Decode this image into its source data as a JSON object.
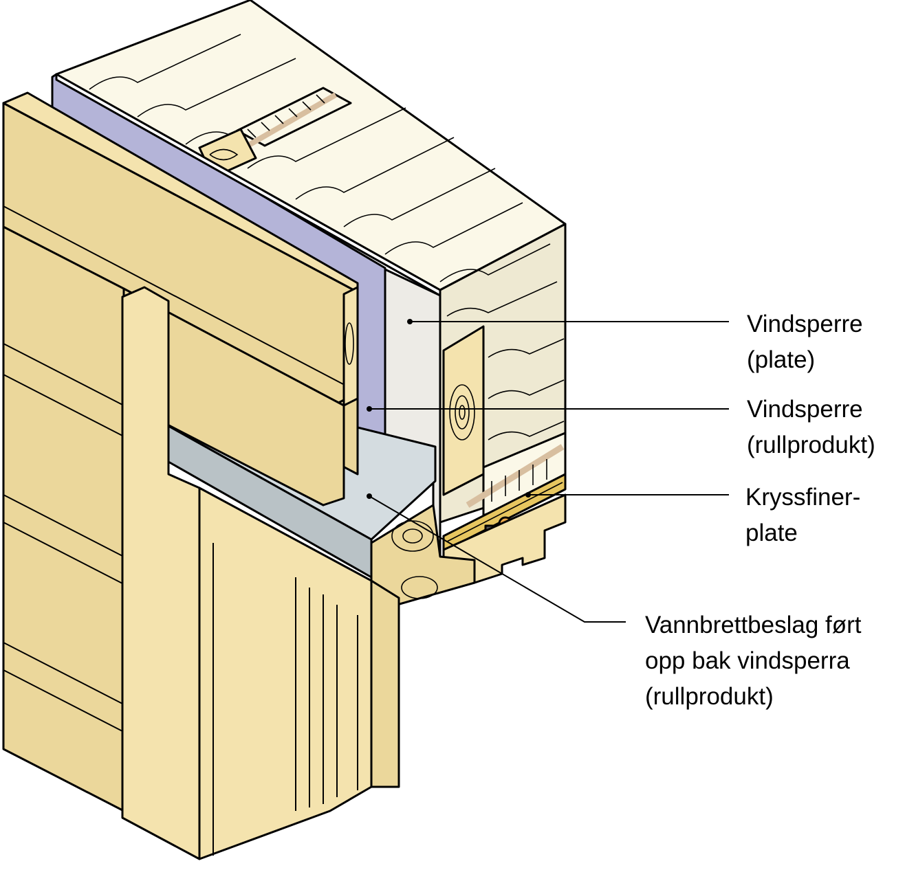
{
  "labels": {
    "vindsperre_plate": {
      "line1": "Vindsperre",
      "line2": "(plate)"
    },
    "vindsperre_rull": {
      "line1": "Vindsperre",
      "line2": "(rullprodukt)"
    },
    "kryssfiner": {
      "line1": "Kryssfiner-",
      "line2": "plate"
    },
    "vannbrett": {
      "line1": "Vannbrettbeslag ført",
      "line2": "opp bak vindsperra",
      "line3": "(rullprodukt)"
    }
  },
  "colors": {
    "wood_light": "#F4E3AE",
    "wood_mid": "#EBD79B",
    "wood_shadow": "#D9C282",
    "wind_barrier_roll": "#B4B4D8",
    "wind_barrier_board": "#EDEBE6",
    "insulation": "#FBF8E8",
    "insulation_side": "#EEE9D2",
    "flashing_top": "#D4DCE0",
    "flashing_front": "#B9C2C6",
    "plywood": "#E7C660",
    "lath": "#D8BFA0"
  }
}
